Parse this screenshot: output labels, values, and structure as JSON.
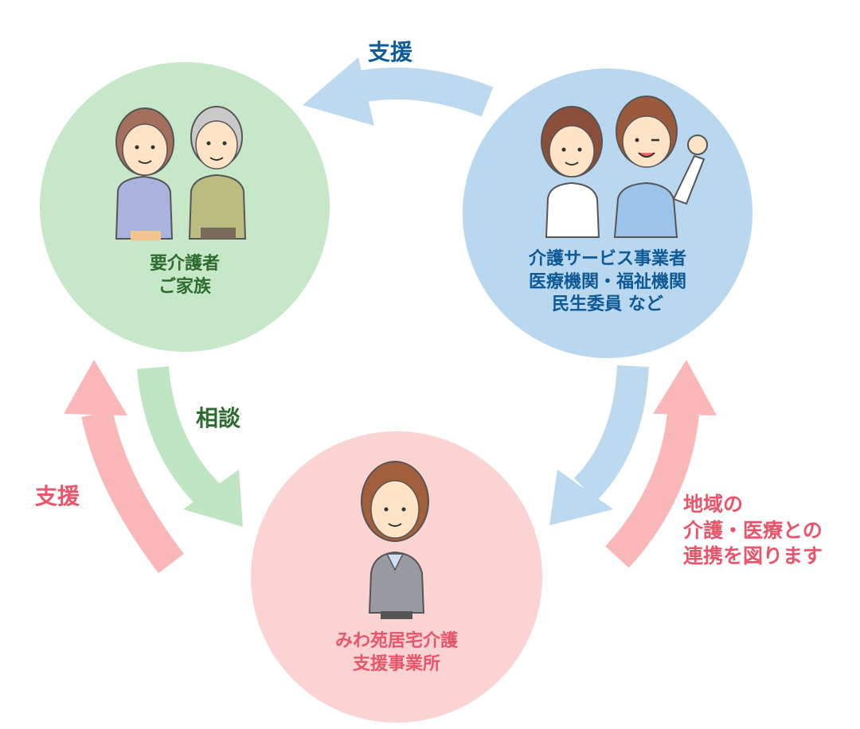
{
  "colors": {
    "green_circle": "#c6e8c8",
    "blue_circle": "#b9d8ef",
    "pink_circle": "#fcd3d3",
    "green_text": "#2e6b2e",
    "blue_text": "#0e5a97",
    "pink_text": "#e8556a",
    "blue_arrow": "#bcd9ef",
    "green_arrow": "#bfe5c3",
    "pink_arrow": "#f9b7b8"
  },
  "nodes": {
    "family": {
      "line1": "要介護者",
      "line2": "ご家族",
      "icon": "elderly-couple-icon"
    },
    "providers": {
      "line1": "介護サービス事業者",
      "line2": "医療機関・福祉機関",
      "line3": "民生委員 など",
      "icon": "nurse-and-caregiver-icon"
    },
    "office": {
      "line1": "みわ苑居宅介護",
      "line2": "支援事業所",
      "icon": "care-manager-icon"
    }
  },
  "edges": {
    "providers_to_family": "支援",
    "family_to_office": "相談",
    "office_to_family": "支援",
    "office_to_providers": {
      "line1": "地域の",
      "line2": "介護・医療との",
      "line3": "連携を図ります"
    }
  }
}
